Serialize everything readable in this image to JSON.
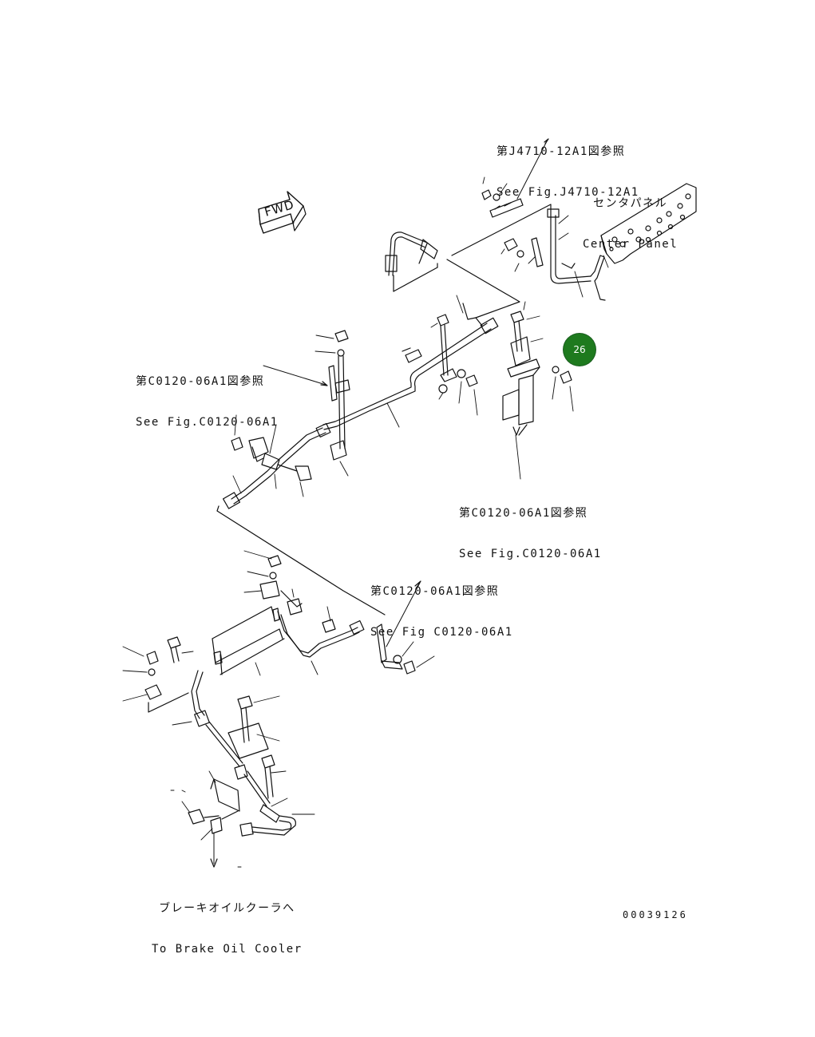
{
  "references": {
    "j4710": {
      "ja": "第J4710-12A1図参照",
      "en": "See Fig.J4710-12A1"
    },
    "c0120_a": {
      "ja": "第C0120-06A1図参照",
      "en": "See Fig.C0120-06A1"
    },
    "c0120_b": {
      "ja": "第C0120-06A1図参照",
      "en": "See Fig.C0120-06A1"
    },
    "c0120_c": {
      "ja": "第C0120-06A1図参照",
      "en": "See Fig C0120-06A1"
    }
  },
  "center_panel": {
    "ja": "センタパネル",
    "en": "Center Panel"
  },
  "brake_cooler": {
    "ja": "ブレーキオイルクーラへ",
    "en": "To Brake Oil Cooler"
  },
  "fwd_label": "FWD",
  "badge": {
    "label": "26",
    "color": "#1e7a1e"
  },
  "doc_number": "00039126",
  "colors": {
    "line": "#111111"
  }
}
